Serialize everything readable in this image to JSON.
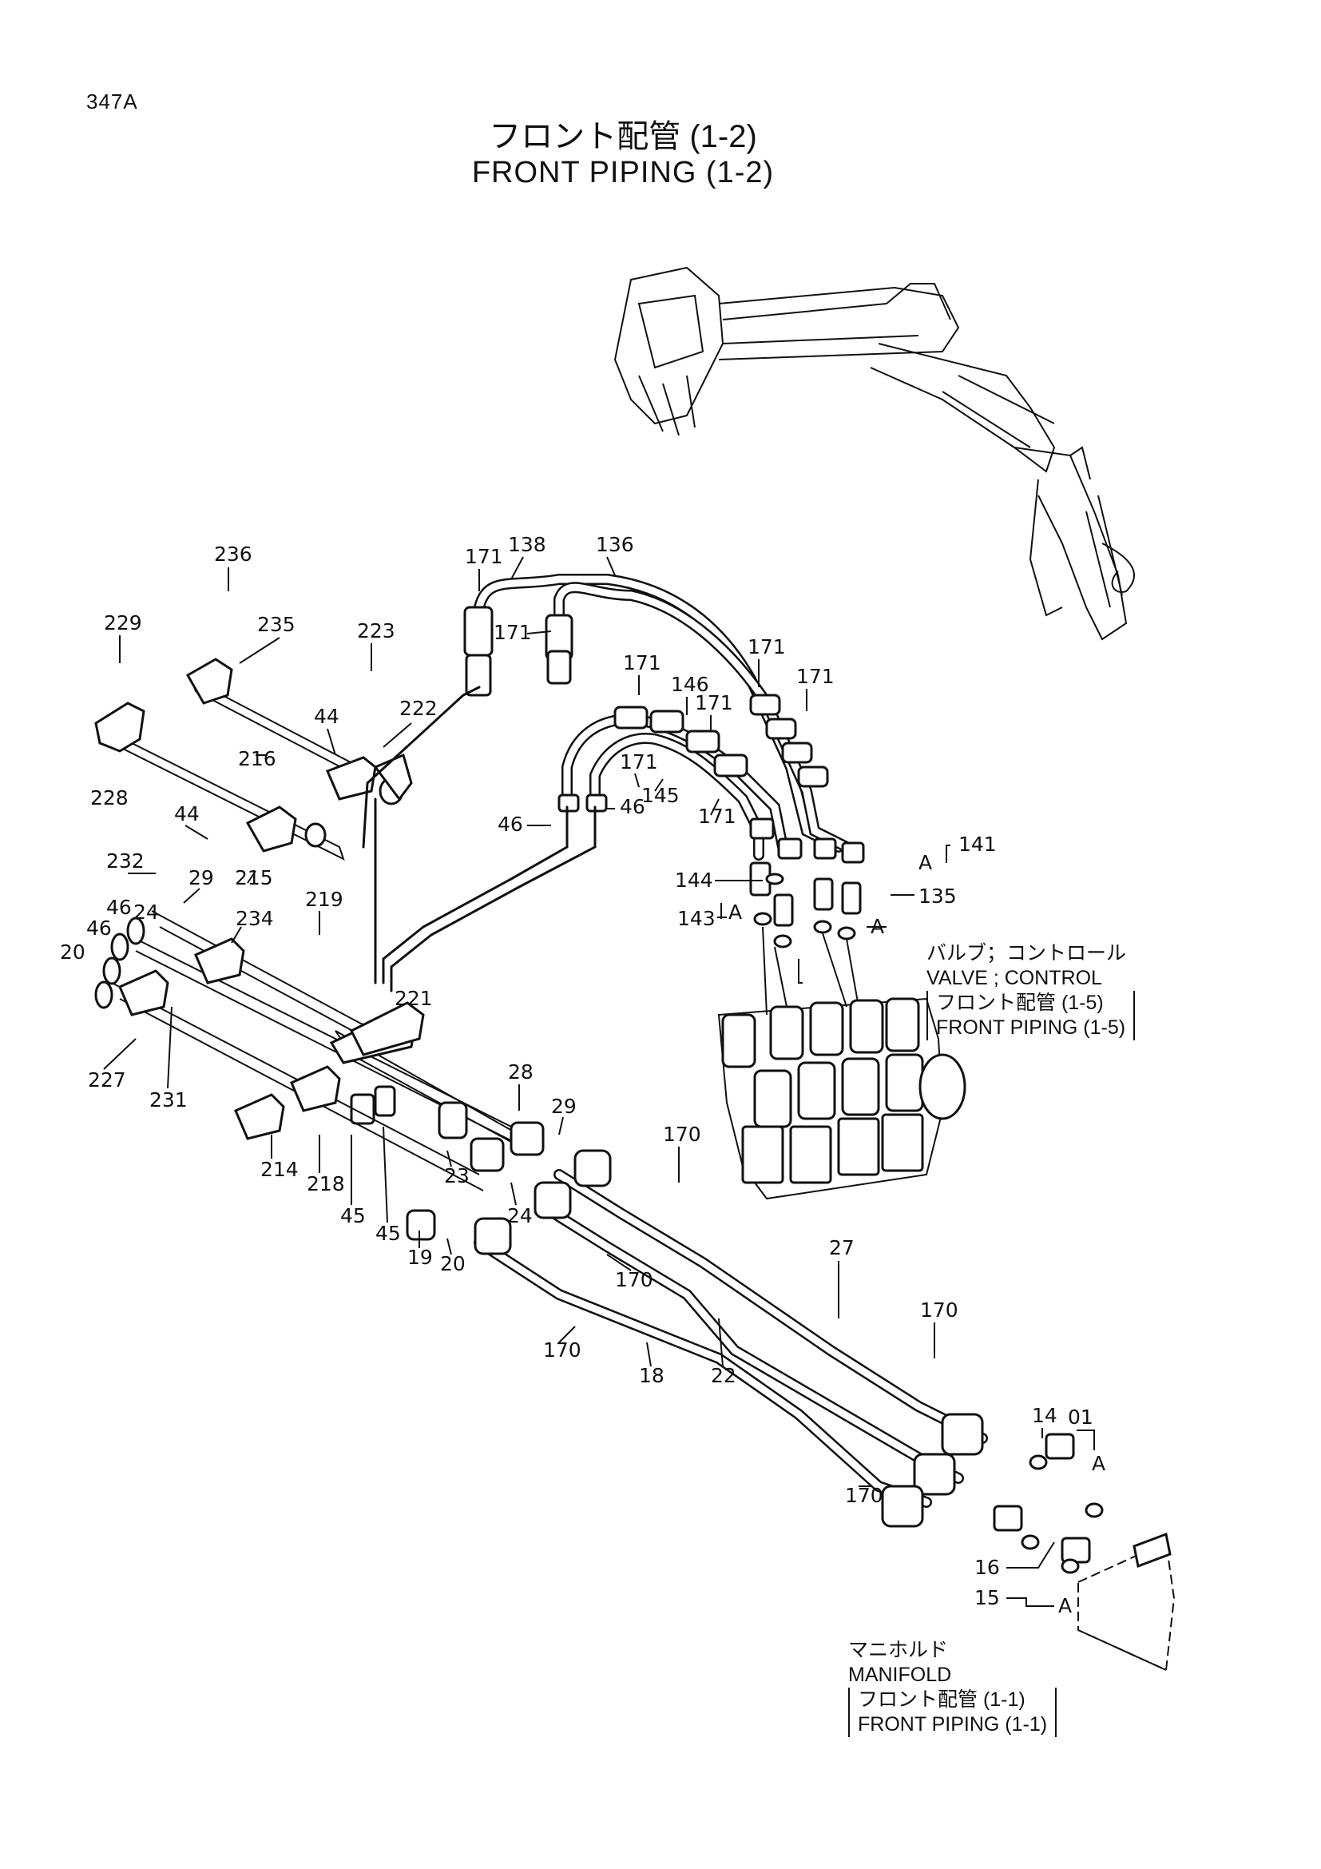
{
  "page": {
    "code": "347A",
    "title_jp": "フロント配管 (1-2)",
    "title_en": "FRONT PIPING (1-2)"
  },
  "notes": {
    "valve": {
      "jp": "バルブ；コントロール",
      "en": "VALVE ; CONTROL",
      "ref_jp": "フロント配管 (1-5)",
      "ref_en": "FRONT PIPING (1-5)"
    },
    "manifold": {
      "jp": "マニホルド",
      "en": "MANIFOLD",
      "ref_jp": "フロント配管 (1-1)",
      "ref_en": "FRONT PIPING (1-1)"
    }
  },
  "callouts": {
    "c236": "236",
    "c229": "229",
    "c235": "235",
    "c223": "223",
    "c222": "222",
    "c44a": "44",
    "c44b": "44",
    "c216": "216",
    "c228": "228",
    "c215": "215",
    "c232": "232",
    "c29a": "29",
    "c46a": "46",
    "c24a": "24",
    "c46b": "46",
    "c20a": "20",
    "c234": "234",
    "c219": "219",
    "c227": "227",
    "c231": "231",
    "c214": "214",
    "c218": "218",
    "c221": "221",
    "c45a": "45",
    "c45b": "45",
    "c28": "28",
    "c29b": "29",
    "c23": "23",
    "c24b": "24",
    "c19": "19",
    "c20b": "20",
    "c171a": "171",
    "c138": "138",
    "c136": "136",
    "c171b": "171",
    "c171c": "171",
    "c146": "146",
    "c171d": "171",
    "c171e": "171",
    "c171f": "171",
    "c145": "145",
    "c171g": "171",
    "c46c": "46",
    "c46d": "46",
    "c144": "144",
    "c143": "143",
    "cA1": "A",
    "c141": "141",
    "cA2": "A",
    "c135": "135",
    "cA3": "A",
    "c170a": "170",
    "c170b": "170",
    "c170c": "170",
    "c27": "27",
    "c170d": "170",
    "c18": "18",
    "c22": "22",
    "c14": "14",
    "c01": "01",
    "cA4": "A",
    "c170e": "170",
    "c16": "16",
    "c15": "15",
    "cA5": "A"
  }
}
